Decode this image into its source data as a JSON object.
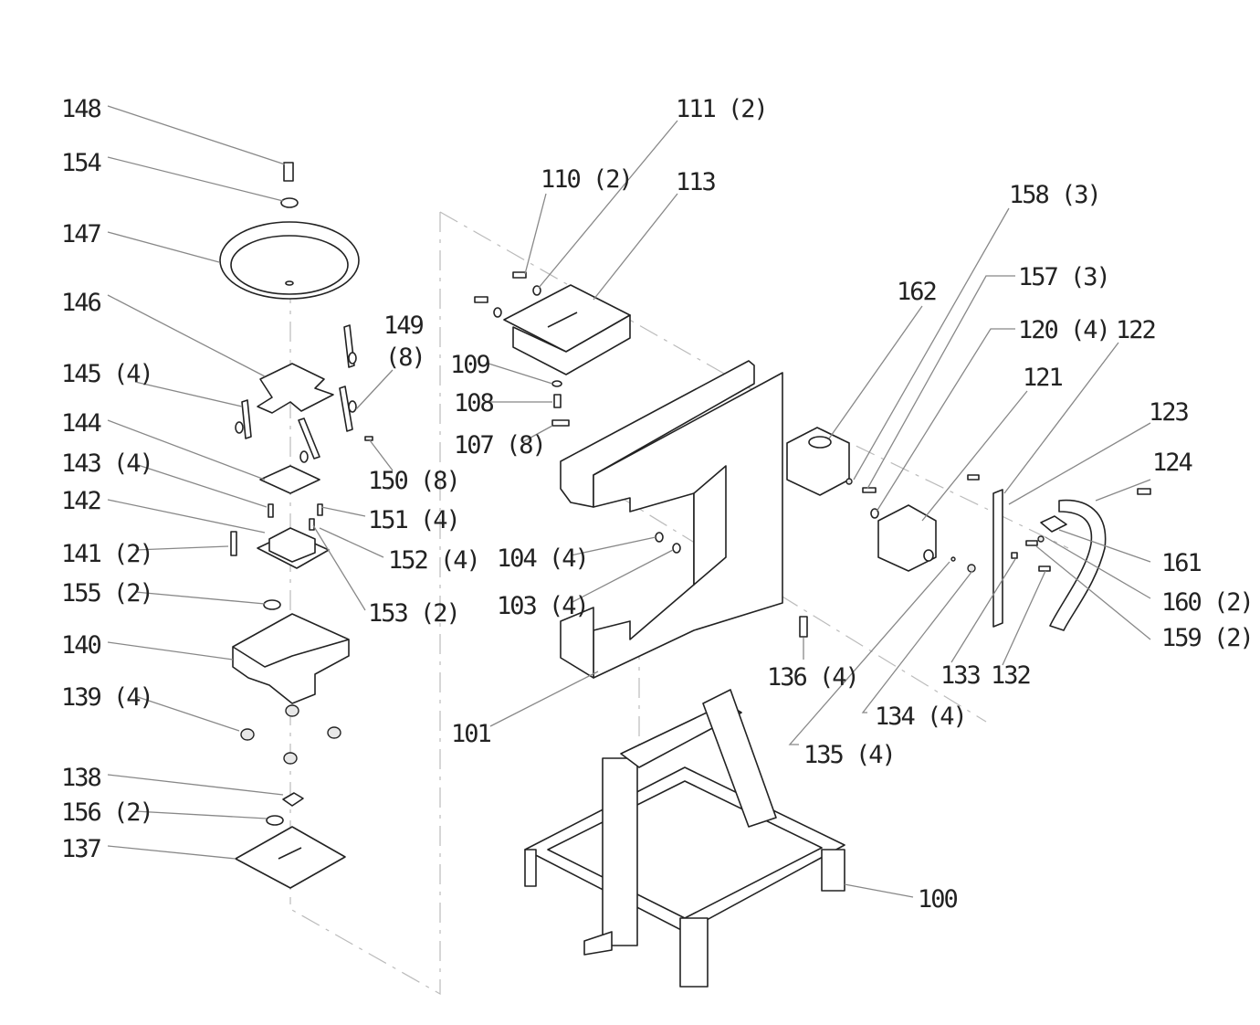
{
  "labels": [
    "148",
    "154",
    "147",
    "146",
    "145 (4)",
    "144",
    "143 (4)",
    "142",
    "141 (2)",
    "155 (2)",
    "140",
    "139 (4)",
    "138",
    "156 (2)",
    "137",
    "149",
    "(8)",
    "150 (8)",
    "151 (4)",
    "152 (4)",
    "153 (2)",
    "110 (2)",
    "111 (2)",
    "113",
    "109",
    "108",
    "107 (8)",
    "104 (4)",
    "103 (4)",
    "101",
    "136 (4)",
    "162",
    "158 (3)",
    "157 (3)",
    "120 (4)",
    "121",
    "122",
    "123",
    "124",
    "161",
    "160 (2)",
    "159 (2)",
    "133",
    "132",
    "134 (4)",
    "135 (4)",
    "100"
  ]
}
